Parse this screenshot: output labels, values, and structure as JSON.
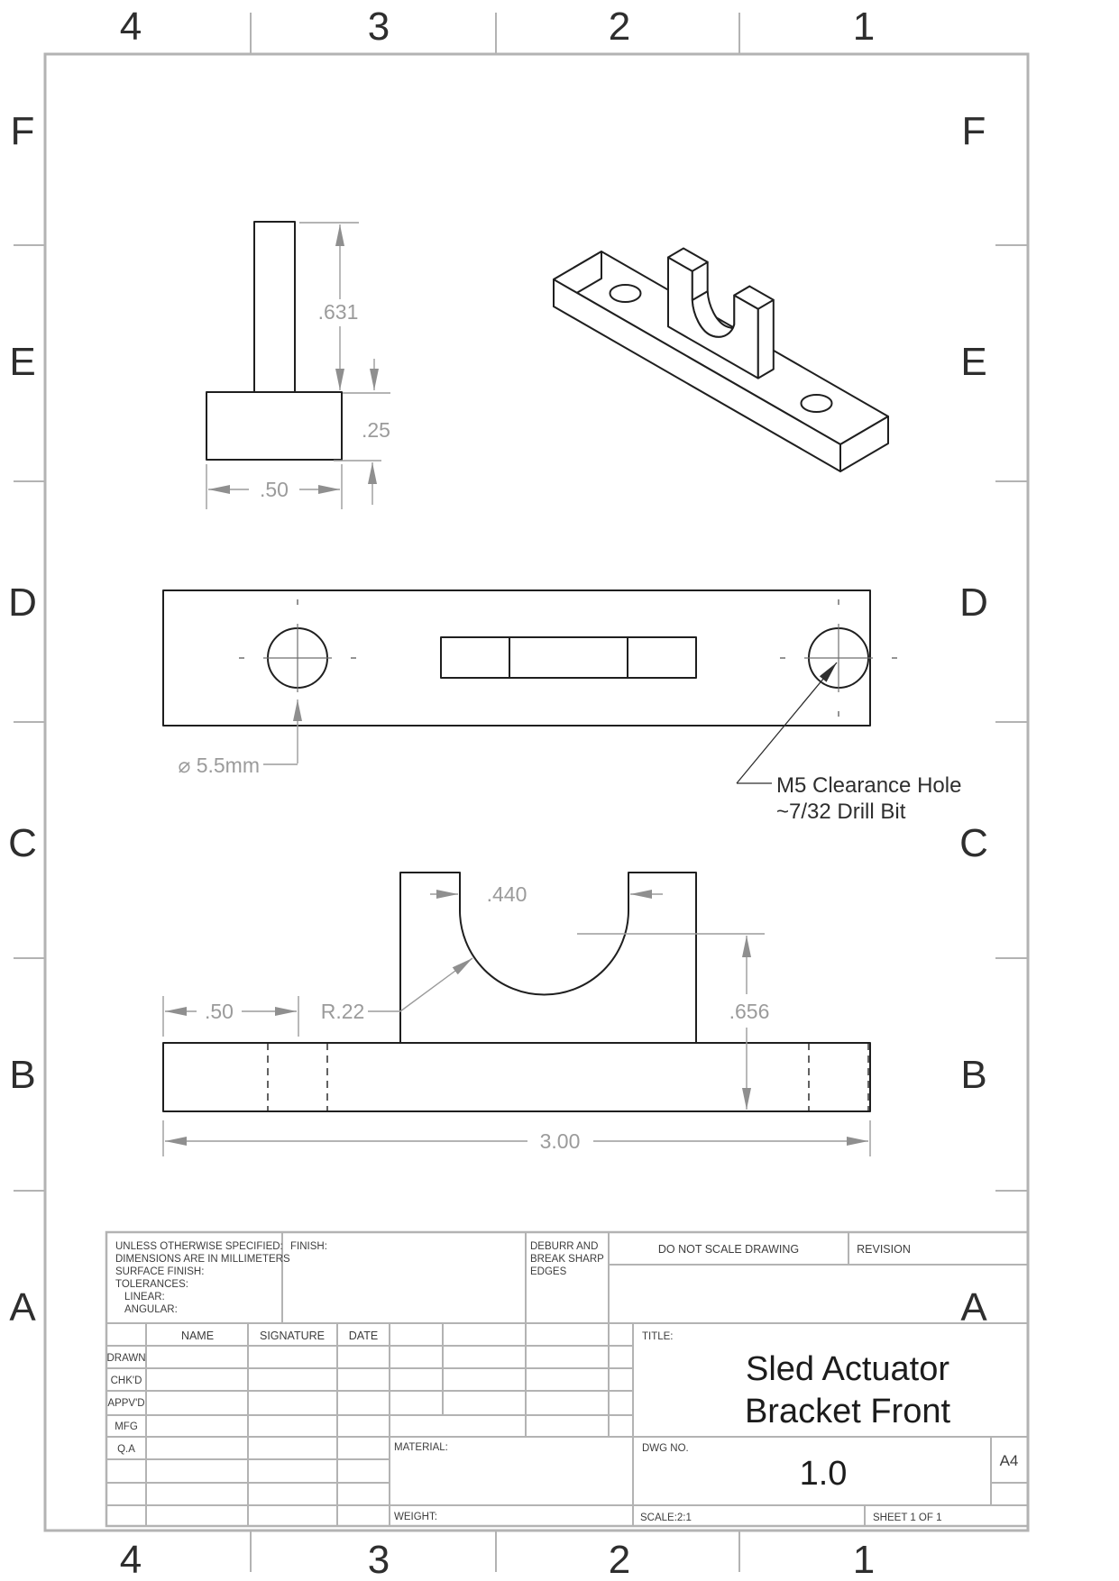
{
  "sheet": {
    "zones_h": [
      "4",
      "3",
      "2",
      "1"
    ],
    "zones_v": [
      "F",
      "E",
      "D",
      "C",
      "B",
      "A"
    ]
  },
  "side_view": {
    "dim_height": ".631",
    "dim_base": ".25",
    "dim_width": ".50"
  },
  "top_view": {
    "hole_label": "⌀ 5.5mm",
    "note_line1": "M5 Clearance Hole",
    "note_line2": "~7/32 Drill Bit"
  },
  "front_view": {
    "dim_opening": ".440",
    "dim_offset": ".50",
    "dim_radius": "R.22",
    "dim_center_height": ".656",
    "dim_length": "3.00"
  },
  "title_block": {
    "spec_line1": "UNLESS OTHERWISE SPECIFIED:",
    "spec_line2": "DIMENSIONS ARE IN MILLIMETERS",
    "spec_line3": "SURFACE FINISH:",
    "spec_line4": "TOLERANCES:",
    "spec_line5": "LINEAR:",
    "spec_line6": "ANGULAR:",
    "finish_label": "FINISH:",
    "deburr_line1": "DEBURR AND",
    "deburr_line2": "BREAK SHARP",
    "deburr_line3": "EDGES",
    "do_not_scale": "DO NOT SCALE DRAWING",
    "revision_label": "REVISION",
    "name_label": "NAME",
    "signature_label": "SIGNATURE",
    "date_label": "DATE",
    "row1": "DRAWN",
    "row2": "CHK'D",
    "row3": "APPV'D",
    "row4": "MFG",
    "row5": "Q.A",
    "title_label": "TITLE:",
    "title_line1": "Sled Actuator",
    "title_line2": "Bracket Front",
    "dwg_label": "DWG NO.",
    "dwg_no": "1.0",
    "paper_size": "A4",
    "material_label": "MATERIAL:",
    "weight_label": "WEIGHT:",
    "scale_label": "SCALE:2:1",
    "sheet_label": "SHEET 1 OF 1"
  }
}
